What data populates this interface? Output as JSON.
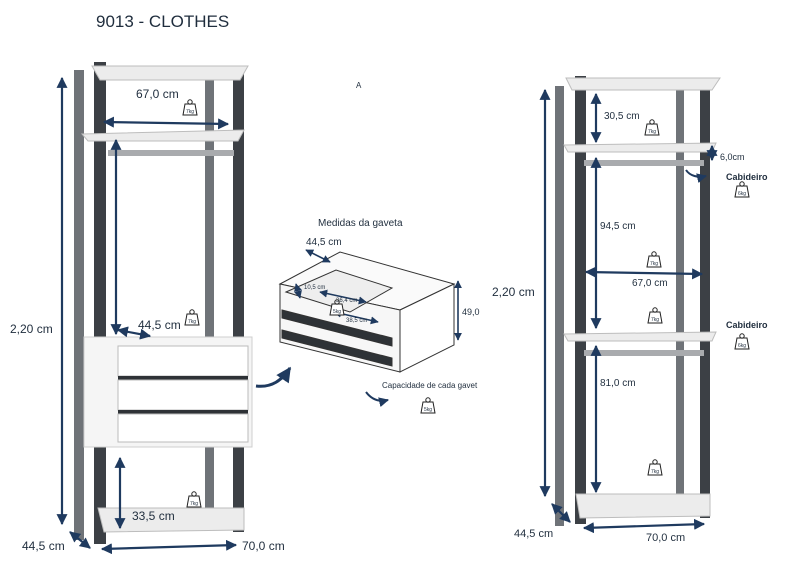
{
  "title": "9013 - CLOTHES",
  "center_marker": "A",
  "left_unit": {
    "height": "2,20 cm",
    "width_top": "67,0 cm",
    "width_bottom": "70,0 cm",
    "depth": "44,5 cm",
    "mid_depth": "44,5 cm",
    "base_height": "33,5 cm",
    "loads": [
      "7kg",
      "7kg",
      "7kg"
    ]
  },
  "drawer_detail": {
    "title": "Medidas da gaveta",
    "depth": "44,5 cm",
    "height": "49,0",
    "inner_depth": "10,5 cm",
    "inner_width": "36,4 cm",
    "inner_length": "38,5 cm",
    "inner_load": "5kg",
    "capacity_label": "Capacidade de cada gavet",
    "capacity_load": "5kg"
  },
  "right_unit": {
    "height": "2,20 cm",
    "top_gap": "30,5 cm",
    "rail_gap": "6,0cm",
    "upper_section": "94,5 cm",
    "width_mid": "67,0 cm",
    "lower_section": "81,0 cm",
    "depth": "44,5 cm",
    "width_bottom": "70,0 cm",
    "hanger_label_1": "Cabideiro",
    "hanger_load_1": "6kg",
    "hanger_label_2": "Cabideiro",
    "hanger_load_2": "6kg",
    "loads": [
      "7kg",
      "7kg",
      "7kg",
      "7kg"
    ]
  }
}
